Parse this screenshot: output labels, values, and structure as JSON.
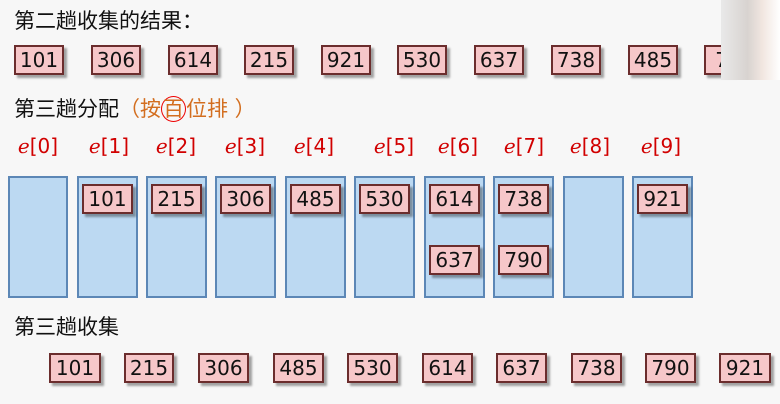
{
  "headings": {
    "second_collect": "第二趟收集的结果：",
    "third_distribute": "第三趟分配",
    "hint_open": "（按",
    "hint_circled": "百",
    "hint_close": "位排 ）",
    "third_collect": "第三趟收集"
  },
  "second_result": [
    "101",
    "306",
    "614",
    "215",
    "921",
    "530",
    "637",
    "738",
    "485",
    "7"
  ],
  "buckets": [
    {
      "label_var": "e",
      "label_idx": "[0]",
      "items": []
    },
    {
      "label_var": "e",
      "label_idx": "[1]",
      "items": [
        "101"
      ]
    },
    {
      "label_var": "e",
      "label_idx": "[2]",
      "items": [
        "215"
      ]
    },
    {
      "label_var": "e",
      "label_idx": "[3]",
      "items": [
        "306"
      ]
    },
    {
      "label_var": "e",
      "label_idx": "[4]",
      "items": [
        "485"
      ]
    },
    {
      "label_var": "e",
      "label_idx": "[5]",
      "items": [
        "530"
      ]
    },
    {
      "label_var": "e",
      "label_idx": "[6]",
      "items": [
        "614",
        "637"
      ]
    },
    {
      "label_var": "e",
      "label_idx": "[7]",
      "items": [
        "738",
        "790"
      ]
    },
    {
      "label_var": "e",
      "label_idx": "[8]",
      "items": []
    },
    {
      "label_var": "e",
      "label_idx": "[9]",
      "items": [
        "921"
      ]
    }
  ],
  "third_result": [
    "101",
    "215",
    "306",
    "485",
    "530",
    "614",
    "637",
    "738",
    "790",
    "921"
  ],
  "colors": {
    "box_fill": "#f6c7c9",
    "box_border": "#6b2d2d",
    "bucket_fill": "#bcd9f2",
    "bucket_border": "#5c87b6",
    "label_red": "#d10000",
    "hint_orange": "#d36e1f"
  }
}
